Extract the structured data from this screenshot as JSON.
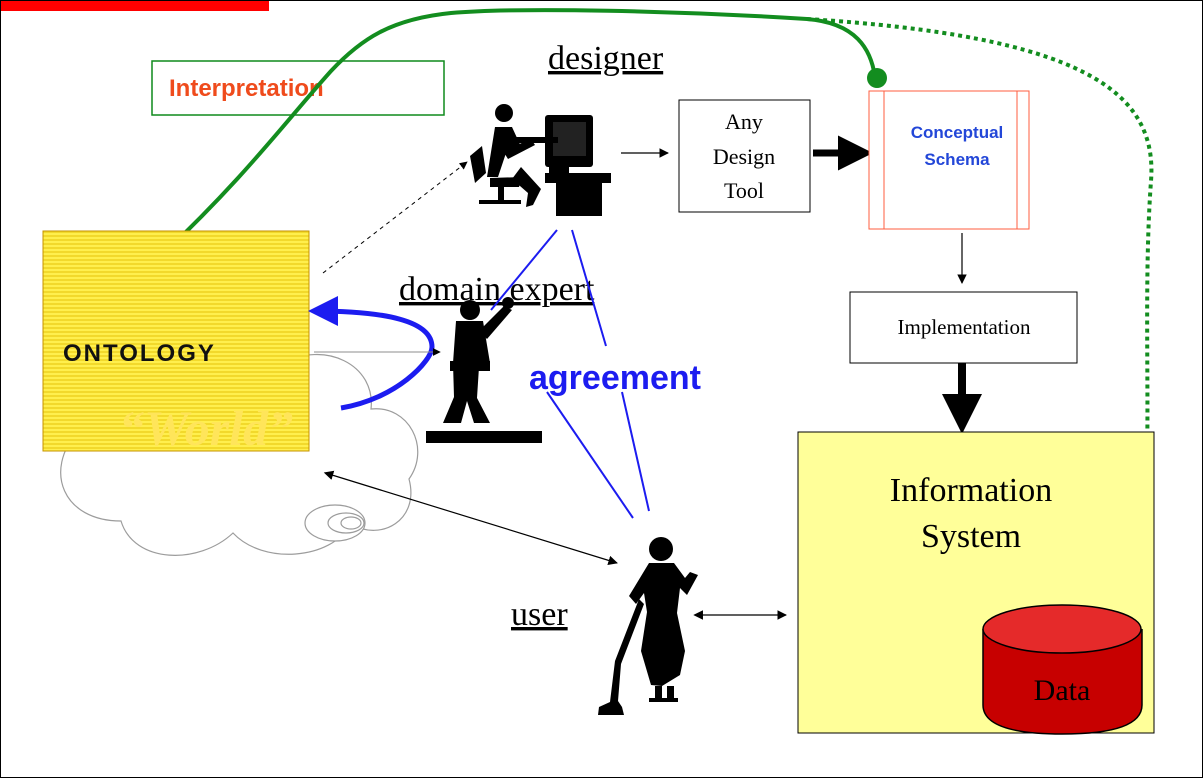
{
  "colors": {
    "red_banner": "#ff0000",
    "interpretation_text": "#ef4b1c",
    "interpretation_border": "#0f8a1c",
    "green_arrow": "#138d1f",
    "blue": "#1c1cf0",
    "ontology_fill": "#f2d92b",
    "ontology_stripes": "#ffef4d",
    "is_fill": "#ffff99",
    "data_fill": "#c70000",
    "data_top": "#e52a2a",
    "schema_border": "#ff5d3f",
    "schema_text": "#2347d8"
  },
  "labels": {
    "interpretation": "Interpretation",
    "designer": "designer",
    "domain_expert": "domain expert",
    "user": "user",
    "agreement": "agreement",
    "ontology": "ONTOLOGY",
    "world": "“World”",
    "any_design_tool": [
      "Any",
      "Design",
      "Tool"
    ],
    "conceptual_schema": [
      "Conceptual",
      "Schema"
    ],
    "implementation": "Implementation",
    "information_system": [
      "Information",
      "System"
    ],
    "data": "Data"
  },
  "icons": {
    "designer": "person-at-computer-icon",
    "domain_expert": "speaker-at-podium-icon",
    "user": "person-with-vacuum-icon"
  }
}
